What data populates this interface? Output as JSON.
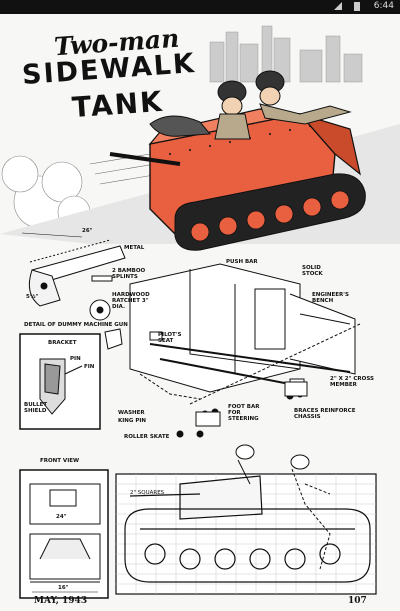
{
  "status_bar": {
    "time": "6:44"
  },
  "title": {
    "line1": "Two-man",
    "line2": "SIDEWALK",
    "line3": "TANK"
  },
  "labels": {
    "dim_26": "26\"",
    "metal": "METAL",
    "bamboo": "2 BAMBOO SPLINTS",
    "dim_5half": "5½\"",
    "ratchet": "HARDWOOD RATCHET 3\" DIA.",
    "detail": "DETAIL OF DUMMY MACHINE GUN",
    "push_bar": "PUSH BAR",
    "solid_stock": "SOLID STOCK",
    "engineers_bench": "ENGINEER'S BENCH",
    "pilots_seat": "PILOT'S SEAT",
    "cross_member": "2\" X 2\" CROSS MEMBER",
    "bracket": "BRACKET",
    "pin": "PIN",
    "fin": "FIN",
    "bullet_shield": "BULLET SHIELD",
    "washer": "WASHER",
    "king_pin": "KING PIN",
    "foot_bar": "FOOT BAR FOR STEERING",
    "braces": "BRACES REINFORCE CHASSIS",
    "roller_skate": "ROLLER SKATE",
    "front_view": "FRONT VIEW",
    "squares": "2\" SQUARES",
    "dim_24": "24\"",
    "dim_16": "16\""
  },
  "footer": {
    "date": "MAY, 1943",
    "page": "107"
  },
  "colors": {
    "tank_orange": "#e8603f",
    "ink": "#111111",
    "paper": "#f7f7f5"
  }
}
